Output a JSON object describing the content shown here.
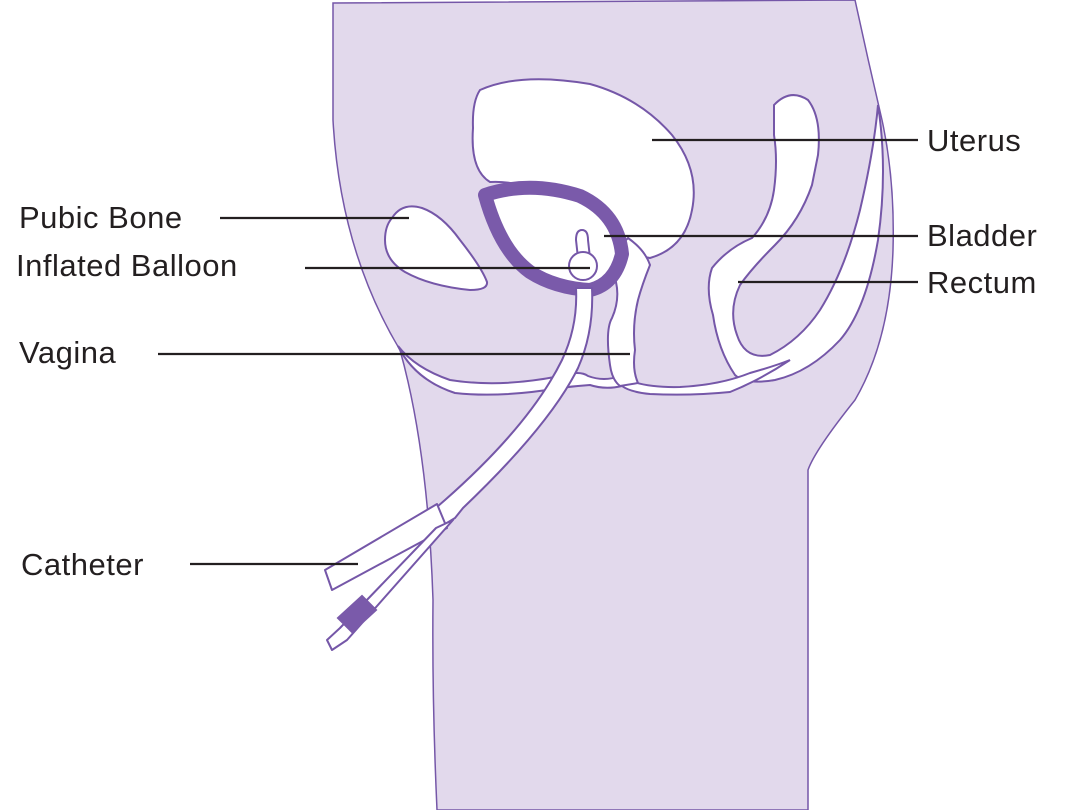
{
  "labels": {
    "uterus": "Uterus",
    "bladder": "Bladder",
    "rectum": "Rectum",
    "pubic_bone": "Pubic Bone",
    "inflated_balloon": "Inflated Balloon",
    "vagina": "Vagina",
    "catheter": "Catheter"
  },
  "colors": {
    "body_fill": "#e2d9ec",
    "outline": "#7557a8",
    "bladder_wall": "#7a5aaa",
    "organ_fill": "#ffffff",
    "label_text": "#231f20",
    "leader_line": "#231f20",
    "clamp": "#7a5aaa"
  }
}
